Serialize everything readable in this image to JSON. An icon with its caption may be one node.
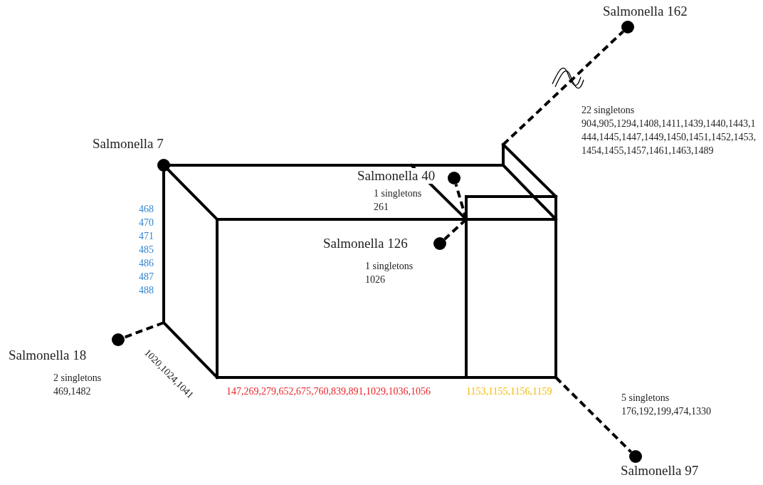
{
  "diagram": {
    "nodes": [
      {
        "text": [
          "Salmonella 7"
        ]
      },
      {
        "text": [
          "Salmonella 40"
        ],
        "beside": [
          "1 singletons",
          "261"
        ]
      },
      {
        "text": [
          "Salmonella 126"
        ],
        "beside": [
          "1 singletons",
          "1026"
        ]
      },
      {
        "text": [
          "Salmonella 162"
        ],
        "beside": [
          "22 singletons",
          "904,905,1294,1408,1411,1439,1440,1443,1444,1445,1447,1449,1450,1451,1452,1453,1454,1455,1457,1461,1463,1489"
        ]
      },
      {
        "text": [
          "Salmonella 18"
        ],
        "beside": [
          "2 singletons",
          "469,1482"
        ]
      },
      {
        "text": [
          "Salmonella 97"
        ],
        "beside": [
          "5 singletons",
          "176,192,199,474,1330"
        ]
      }
    ],
    "edges": [
      {
        "from": null,
        "to": 3,
        "arrow": "none",
        "style": "dashed"
      },
      {
        "from": null,
        "to": 1,
        "arrow": "none",
        "style": "dashed"
      },
      {
        "from": null,
        "to": 2,
        "arrow": "none",
        "style": "dashed"
      },
      {
        "from": null,
        "to": 4,
        "arrow": "none",
        "style": "dashed"
      },
      {
        "from": null,
        "to": 5,
        "arrow": "none",
        "style": "dashed"
      }
    ],
    "labels": [
      "468",
      "470",
      "471",
      "485",
      "486",
      "487",
      "488",
      "1020,1024,1041",
      "147,269,279,652,675,760,839,891,1029,1036,1056",
      "1153,1155,1156,1159"
    ]
  }
}
